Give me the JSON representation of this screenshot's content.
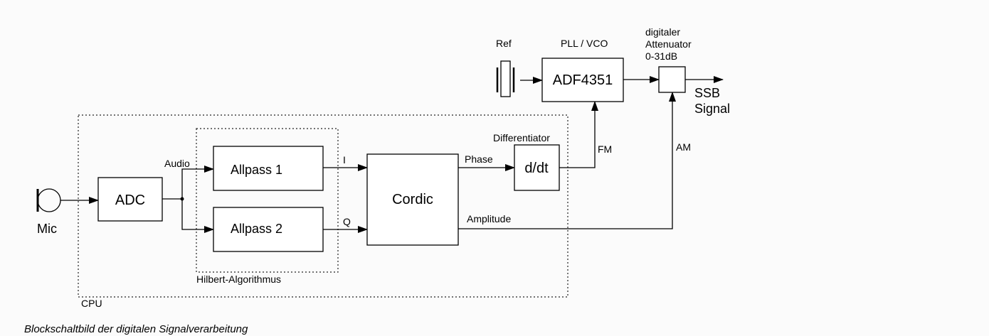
{
  "diagram": {
    "caption": "Blockschaltbild der digitalen Signalverarbeitung",
    "groups": {
      "cpu": "CPU",
      "hilbert": "Hilbert-Algorithmus"
    },
    "blocks": {
      "adc": "ADC",
      "allpass1": "Allpass 1",
      "allpass2": "Allpass 2",
      "cordic": "Cordic",
      "ddt": "d/dt",
      "adf": "ADF4351"
    },
    "labels": {
      "mic": "Mic",
      "audio": "Audio",
      "i": "I",
      "q": "Q",
      "phase": "Phase",
      "amplitude": "Amplitude",
      "differentiator": "Differentiator",
      "fm": "FM",
      "am": "AM",
      "ref": "Ref",
      "pll": "PLL / VCO",
      "atten_line1": "digitaler",
      "atten_line2": "Attenuator",
      "atten_line3": "0-31dB",
      "ssb_line1": "SSB",
      "ssb_line2": "Signal"
    }
  }
}
